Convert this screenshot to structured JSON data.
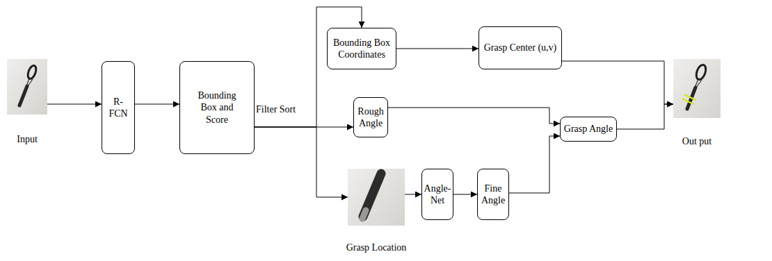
{
  "diagram": {
    "nodes": [
      {
        "text": [
          "Input"
        ]
      },
      {
        "text": [
          "R-FCN"
        ]
      },
      {
        "text": [
          "Bounding Box and Score"
        ]
      },
      {
        "text": [
          "Bounding Box Coordinates"
        ]
      },
      {
        "text": [
          "Grasp Center (u,v)"
        ]
      },
      {
        "text": [
          "Rough Angle"
        ]
      },
      {
        "text": [
          "Grasp Location"
        ]
      },
      {
        "text": [
          "Angle-Net"
        ]
      },
      {
        "text": [
          "Fine Angle"
        ]
      },
      {
        "text": [
          "Grasp Angle"
        ]
      },
      {
        "text": [
          "Out put"
        ]
      }
    ],
    "edges": [
      {
        "from": 0,
        "to": 1,
        "arrow": "to"
      },
      {
        "from": 1,
        "to": 2,
        "arrow": "to"
      },
      {
        "from": 2,
        "to": 3,
        "arrow": "to"
      },
      {
        "from": 2,
        "to": 5,
        "arrow": "to"
      },
      {
        "from": 2,
        "to": 6,
        "arrow": "to"
      },
      {
        "from": 3,
        "to": 4,
        "arrow": "to"
      },
      {
        "from": 4,
        "to": 10,
        "arrow": "to"
      },
      {
        "from": 5,
        "to": 9,
        "arrow": "to"
      },
      {
        "from": 6,
        "to": 7,
        "arrow": "to"
      },
      {
        "from": 7,
        "to": 8,
        "arrow": "to"
      },
      {
        "from": 8,
        "to": 9,
        "arrow": "to"
      },
      {
        "from": 9,
        "to": 10,
        "arrow": "to"
      }
    ],
    "labels": [
      "Filter Sort"
    ]
  }
}
